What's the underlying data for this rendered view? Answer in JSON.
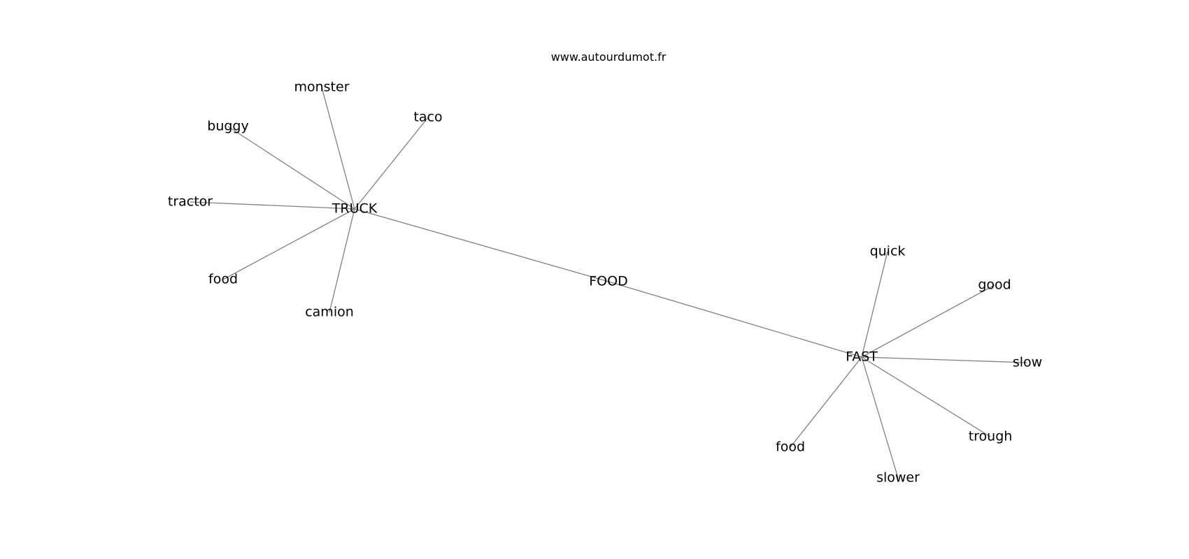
{
  "header": {
    "source": "www.autourdumot.fr"
  },
  "graph": {
    "nodes": [
      {
        "id": "food_center",
        "label": "FOOD"
      },
      {
        "id": "truck",
        "label": "TRUCK"
      },
      {
        "id": "fast",
        "label": "FAST"
      },
      {
        "id": "monster",
        "label": "monster"
      },
      {
        "id": "taco",
        "label": "taco"
      },
      {
        "id": "buggy",
        "label": "buggy"
      },
      {
        "id": "tractor",
        "label": "tractor"
      },
      {
        "id": "food_truck",
        "label": "food"
      },
      {
        "id": "camion",
        "label": "camion"
      },
      {
        "id": "quick",
        "label": "quick"
      },
      {
        "id": "good",
        "label": "good"
      },
      {
        "id": "slow",
        "label": "slow"
      },
      {
        "id": "trough",
        "label": "trough"
      },
      {
        "id": "slower",
        "label": "slower"
      },
      {
        "id": "food_fast",
        "label": "food"
      }
    ],
    "edges": [
      {
        "from": "food_center",
        "to": "truck"
      },
      {
        "from": "food_center",
        "to": "fast"
      },
      {
        "from": "truck",
        "to": "monster"
      },
      {
        "from": "truck",
        "to": "taco"
      },
      {
        "from": "truck",
        "to": "buggy"
      },
      {
        "from": "truck",
        "to": "tractor"
      },
      {
        "from": "truck",
        "to": "food_truck"
      },
      {
        "from": "truck",
        "to": "camion"
      },
      {
        "from": "fast",
        "to": "quick"
      },
      {
        "from": "fast",
        "to": "good"
      },
      {
        "from": "fast",
        "to": "slow"
      },
      {
        "from": "fast",
        "to": "trough"
      },
      {
        "from": "fast",
        "to": "slower"
      },
      {
        "from": "fast",
        "to": "food_fast"
      }
    ]
  }
}
